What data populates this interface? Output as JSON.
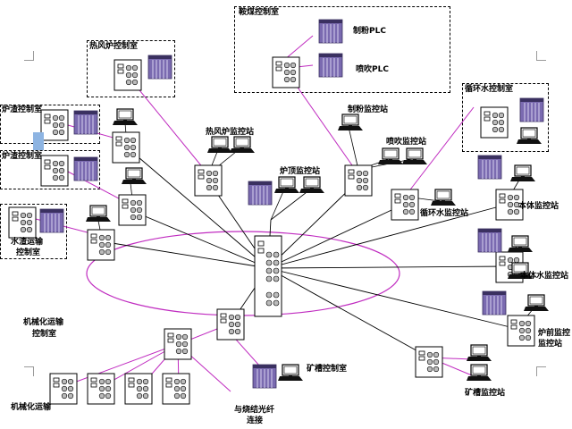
{
  "labels": {
    "top_room": "鞍煤控制室",
    "plc1": "制粉PLC",
    "plc2": "喷吹PLC",
    "hotblast_room": "热风炉控制室",
    "hotblast_station": "热风炉监控站",
    "furnace_top_station": "炉顶监控站",
    "powder_station": "制粉监控站",
    "inject_station": "喷吹监控站",
    "circ_room": "循环水控制室",
    "circ_station": "循环水监控站",
    "body_station": "本体监控站",
    "body_water_station": "本体水监控站",
    "front_station_1": "炉前监控",
    "front_station_2": "监控站",
    "ore_room": "矿槽控制室",
    "ore_station": "矿槽监控站",
    "fiber_1": "与烧结光纤",
    "fiber_2": "连接",
    "mech_1": "机械化运输",
    "mech_2": "控制室",
    "mech_bottom": "机械化运输",
    "water_trans_1": "水渣运输",
    "water_trans_2": "控制室",
    "left_room_1": "炉渣控制室",
    "left_room_2": "炉渣控制室"
  },
  "colors": {
    "ring": "#c02cc0",
    "link_magenta": "#c02cc0",
    "link_black": "#000000",
    "rack": "#7a6ab0",
    "rack_dark": "#3a3060",
    "highlight": "#8db4e2"
  }
}
